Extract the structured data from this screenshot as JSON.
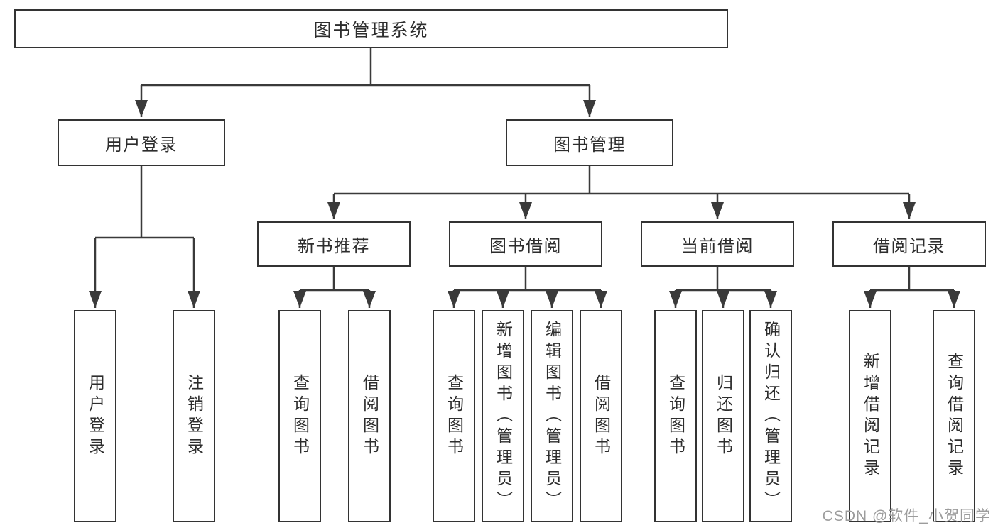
{
  "diagram": {
    "root": {
      "label": "图书管理系统"
    },
    "level2": [
      {
        "label": "用户登录",
        "parent": "图书管理系统"
      },
      {
        "label": "图书管理",
        "parent": "图书管理系统"
      }
    ],
    "level3": [
      {
        "label": "新书推荐",
        "parent": "图书管理"
      },
      {
        "label": "图书借阅",
        "parent": "图书管理"
      },
      {
        "label": "当前借阅",
        "parent": "图书管理"
      },
      {
        "label": "借阅记录",
        "parent": "图书管理"
      }
    ],
    "leaves": [
      {
        "label": "用户登录",
        "parent": "用户登录"
      },
      {
        "label": "注销登录",
        "parent": "用户登录"
      },
      {
        "label": "查询图书",
        "parent": "新书推荐"
      },
      {
        "label": "借阅图书",
        "parent": "新书推荐"
      },
      {
        "label": "查询图书",
        "parent": "图书借阅"
      },
      {
        "label": "新增图书（管理员）",
        "parent": "图书借阅"
      },
      {
        "label": "编辑图书（管理员）",
        "parent": "图书借阅"
      },
      {
        "label": "借阅图书",
        "parent": "图书借阅"
      },
      {
        "label": "查询图书",
        "parent": "当前借阅"
      },
      {
        "label": "归还图书",
        "parent": "当前借阅"
      },
      {
        "label": "确认归还（管理员）",
        "parent": "当前借阅"
      },
      {
        "label": "新增借阅记录",
        "parent": "借阅记录"
      },
      {
        "label": "查询借阅记录",
        "parent": "借阅记录"
      }
    ]
  },
  "watermark": {
    "text": "CSDN @软件_小贺同学"
  },
  "colors": {
    "background": "#ffffff",
    "box_border": "#333333",
    "connector_line": "#3a3a3a",
    "text": "#2d2d2d",
    "watermark": "#9c9c9c"
  }
}
